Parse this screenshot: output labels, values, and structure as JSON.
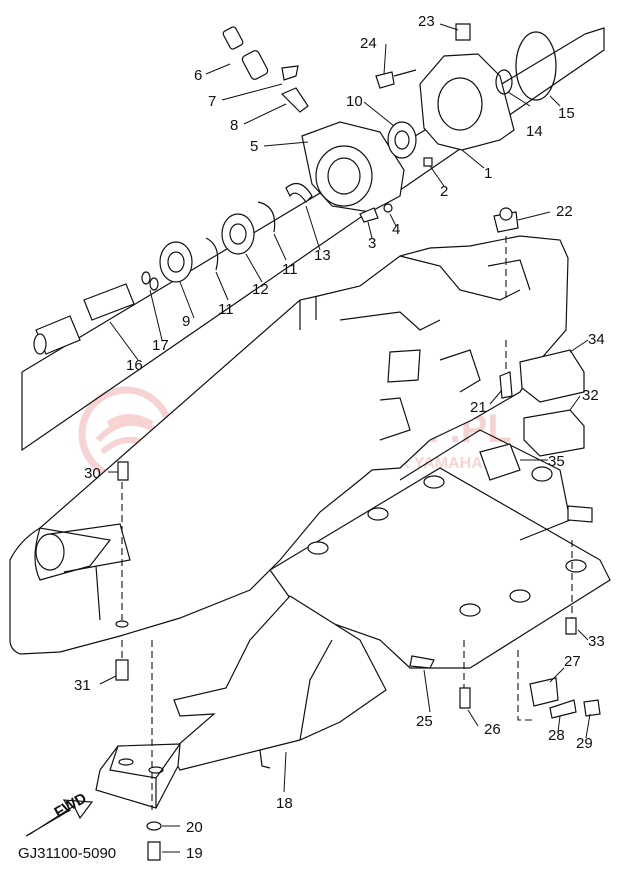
{
  "watermark": {
    "brand": "YAMA-SKLEP.PL",
    "dealer": "WOJCIECHOWICZ DEALER YAMAHA",
    "color": "#e23a3a"
  },
  "fwd_label": "FWD",
  "drawing_code": "GJ31100-5090",
  "parts": [
    "1",
    "2",
    "3",
    "4",
    "5",
    "6",
    "7",
    "8",
    "10",
    "11",
    "11",
    "12",
    "13",
    "14",
    "15",
    "16",
    "17",
    "9",
    "18",
    "19",
    "20",
    "21",
    "22",
    "23",
    "24",
    "25",
    "26",
    "27",
    "28",
    "29",
    "30",
    "31",
    "32",
    "33",
    "34",
    "35"
  ]
}
